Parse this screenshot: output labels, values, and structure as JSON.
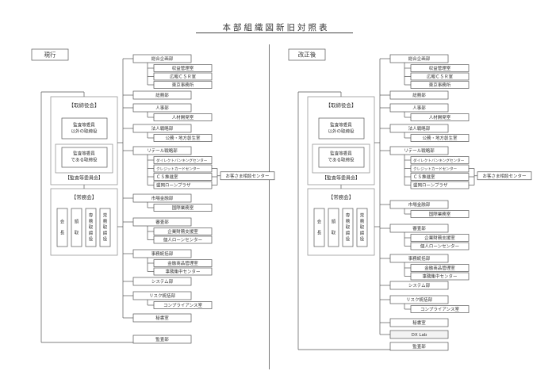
{
  "title": "本部組織図新旧対照表",
  "panels": [
    {
      "label": "現行",
      "board": {
        "title": "【取締役会】",
        "members": [
          "監査等委員",
          "以外の取締役"
        ],
        "audit_members": [
          "監査等委員",
          "である取締役"
        ],
        "audit_committee": "【監査等委員会】"
      },
      "exec": {
        "title": "【常務会】",
        "members": [
          [
            "会",
            "長"
          ],
          [
            "頭",
            "取"
          ],
          [
            "専",
            "務",
            "取",
            "締",
            "役"
          ],
          [
            "常",
            "務",
            "取",
            "締",
            "役"
          ]
        ]
      },
      "consultation_center": "お客さま相談センター",
      "departments": [
        {
          "name": "総合企画部",
          "sub": [
            "収益管理室",
            "広報ＣＳＲ室",
            "東京事務所"
          ]
        },
        {
          "name": "総務部",
          "sub": []
        },
        {
          "name": "人事部",
          "sub": [
            "人材開発室"
          ]
        },
        {
          "name": "法人戦略部",
          "sub": [
            "公務・地方創生室"
          ]
        },
        {
          "name": "リテール戦略部",
          "sub": [
            "ダイレクトバンキングセンター",
            "クレジットカードセンター",
            "ＣＳ推進室",
            "盛岡ローンプラザ"
          ]
        },
        {
          "name": "市場金融部",
          "sub": [
            "国際業務室"
          ]
        },
        {
          "name": "審査部",
          "sub": [
            "企業財務支援室",
            "個人ローンセンター"
          ]
        },
        {
          "name": "事務統括部",
          "sub": [
            "金融商品管理室",
            "事務集中センター"
          ]
        },
        {
          "name": "システム部",
          "sub": []
        },
        {
          "name": "リスク統括部",
          "sub": [
            "コンプライアンス室"
          ]
        },
        {
          "name": "秘書室",
          "sub": []
        },
        {
          "name": "監査部",
          "sub": []
        }
      ]
    },
    {
      "label": "改正後",
      "board": {
        "title": "【取締役会】",
        "members": [
          "監査等委員",
          "以外の取締役"
        ],
        "audit_members": [
          "監査等委員",
          "である取締役"
        ],
        "audit_committee": "【監査等委員会】"
      },
      "exec": {
        "title": "【常務会】",
        "members": [
          [
            "会",
            "長"
          ],
          [
            "頭",
            "取"
          ],
          [
            "専",
            "務",
            "取",
            "締",
            "役"
          ],
          [
            "常",
            "務",
            "取",
            "締",
            "役"
          ]
        ]
      },
      "consultation_center": "お客さま相談センター",
      "departments": [
        {
          "name": "総合企画部",
          "sub": [
            "収益管理室",
            "広報ＣＳＲ室",
            "東京事務所"
          ]
        },
        {
          "name": "総務部",
          "sub": []
        },
        {
          "name": "人事部",
          "sub": [
            "人材開発室"
          ]
        },
        {
          "name": "法人戦略部",
          "sub": [
            "公務・地方創生室"
          ]
        },
        {
          "name": "リテール戦略部",
          "sub": [
            "ダイレクトバンキングセンター",
            "クレジットカードセンター",
            "ＣＳ推進室",
            "盛岡ローンプラザ"
          ]
        },
        {
          "name": "市場金融部",
          "sub": [
            "国際業務室"
          ]
        },
        {
          "name": "審査部",
          "sub": [
            "企業財務支援室",
            "個人ローンセンター"
          ]
        },
        {
          "name": "事務統括部",
          "sub": [
            "金融商品管理室",
            "事務集中センター"
          ]
        },
        {
          "name": "システム部",
          "sub": []
        },
        {
          "name": "リスク統括部",
          "sub": [
            "コンプライアンス室"
          ]
        },
        {
          "name": "秘書室",
          "sub": []
        },
        {
          "name": "DX Lab",
          "sub": []
        },
        {
          "name": "監査部",
          "sub": []
        }
      ]
    }
  ]
}
